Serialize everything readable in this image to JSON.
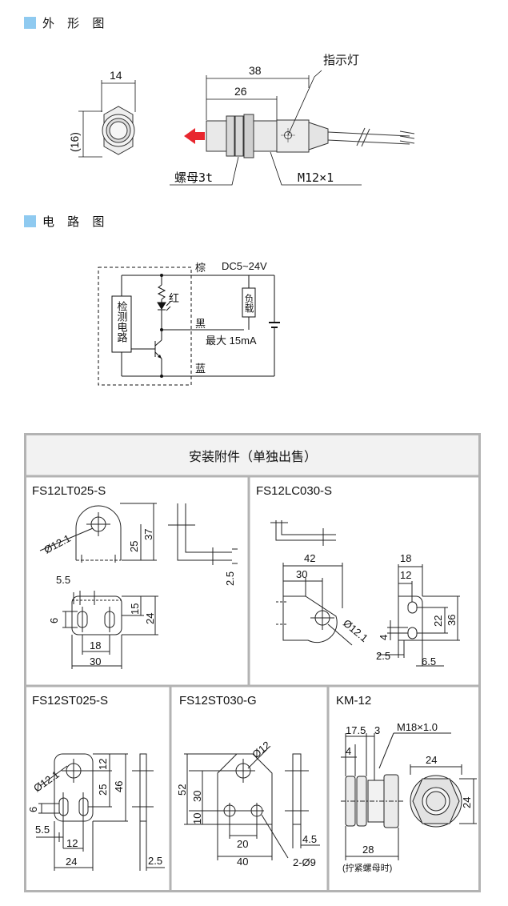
{
  "sections": {
    "outline_title": "外 形 图",
    "circuit_title": "电 路 图"
  },
  "outline": {
    "dim_width": "14",
    "dim_height": "(16)",
    "dim_total": "38",
    "dim_thread": "26",
    "indicator_label": "指示灯",
    "nut_label": "螺母3t",
    "thread_label": "M12×1"
  },
  "circuit": {
    "brown": "棕",
    "supply": "DC5~24V",
    "red": "红",
    "load": "负载",
    "black": "黑",
    "max_current": "最大 15mA",
    "blue": "蓝",
    "detect": "检测电路"
  },
  "accessories": {
    "title": "安装附件（单独出售）",
    "fs12lt": {
      "name": "FS12LT025-S",
      "d1": "Ø12.1",
      "d2": "37",
      "d3": "25",
      "d4": "2.5",
      "d5": "5.5",
      "d6": "6",
      "d7": "15",
      "d8": "24",
      "d9": "18",
      "d10": "30"
    },
    "fs12lc": {
      "name": "FS12LC030-S",
      "d1": "42",
      "d2": "30",
      "d3": "Ø12.1",
      "d4": "18",
      "d5": "12",
      "d6": "22",
      "d7": "36",
      "d8": "4",
      "d9": "2.5",
      "d10": "6.5"
    },
    "fs12st025": {
      "name": "FS12ST025-S",
      "d1": "Ø12.1",
      "d2": "12",
      "d3": "25",
      "d4": "46",
      "d5": "6",
      "d6": "5.5",
      "d7": "12",
      "d8": "24",
      "d9": "2.5"
    },
    "fs12st030": {
      "name": "FS12ST030-G",
      "d1": "Ø12",
      "d2": "52",
      "d3": "30",
      "d4": "10",
      "d5": "20",
      "d6": "40",
      "d7": "4.5",
      "d8": "2-Ø9"
    },
    "km12": {
      "name": "KM-12",
      "d1": "17.5",
      "d2": "3",
      "d3": "M18×1.0",
      "d4": "4",
      "d5": "24",
      "d6": "24",
      "d7": "28",
      "d8": "(拧紧螺母时)"
    }
  },
  "colors": {
    "accent": "#8fcaf0",
    "arrow": "#e8262e",
    "frame": "#b3b3b3",
    "header_bg": "#f2f2f2"
  }
}
